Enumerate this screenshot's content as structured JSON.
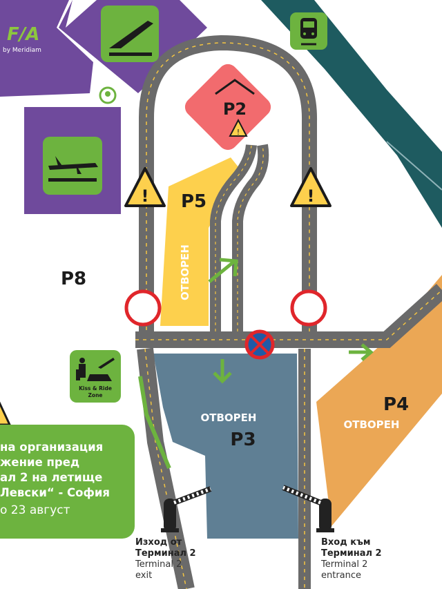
{
  "logo": {
    "text": "F/A",
    "subtitle": "by Meridiam"
  },
  "parking": {
    "p2": {
      "label": "P2"
    },
    "p3": {
      "label": "P3",
      "status": "ОТВОРЕН"
    },
    "p4": {
      "label": "P4",
      "status": "ОТВОРЕН"
    },
    "p5": {
      "label": "P5",
      "status": "ОТВОРЕН"
    },
    "p8": {
      "label": "P8"
    }
  },
  "kiss_ride": {
    "label_line1": "Kiss & Ride",
    "label_line2": "Zone"
  },
  "info_box": {
    "lines": [
      "на организация",
      "жение пред",
      "ал 2 на летище",
      "Левски“ - София"
    ],
    "date": "о 23 август"
  },
  "gates": {
    "exit": {
      "bg_line1": "Изход от",
      "bg_line2": "Терминал 2",
      "en_line1": "Terminal 2",
      "en_line2": "exit"
    },
    "entrance": {
      "bg_line1": "Вход към",
      "bg_line2": "Терминал 2",
      "en_line1": "Terminal 2",
      "en_line2": "entrance"
    }
  },
  "colors": {
    "purple": "#6f4a9c",
    "green": "#6db33f",
    "teal": "#1e5b60",
    "road": "#6a6a6a",
    "p2": "#f26b6e",
    "p5": "#fdd04d",
    "p3": "#5f7f94",
    "p4": "#eba755"
  }
}
